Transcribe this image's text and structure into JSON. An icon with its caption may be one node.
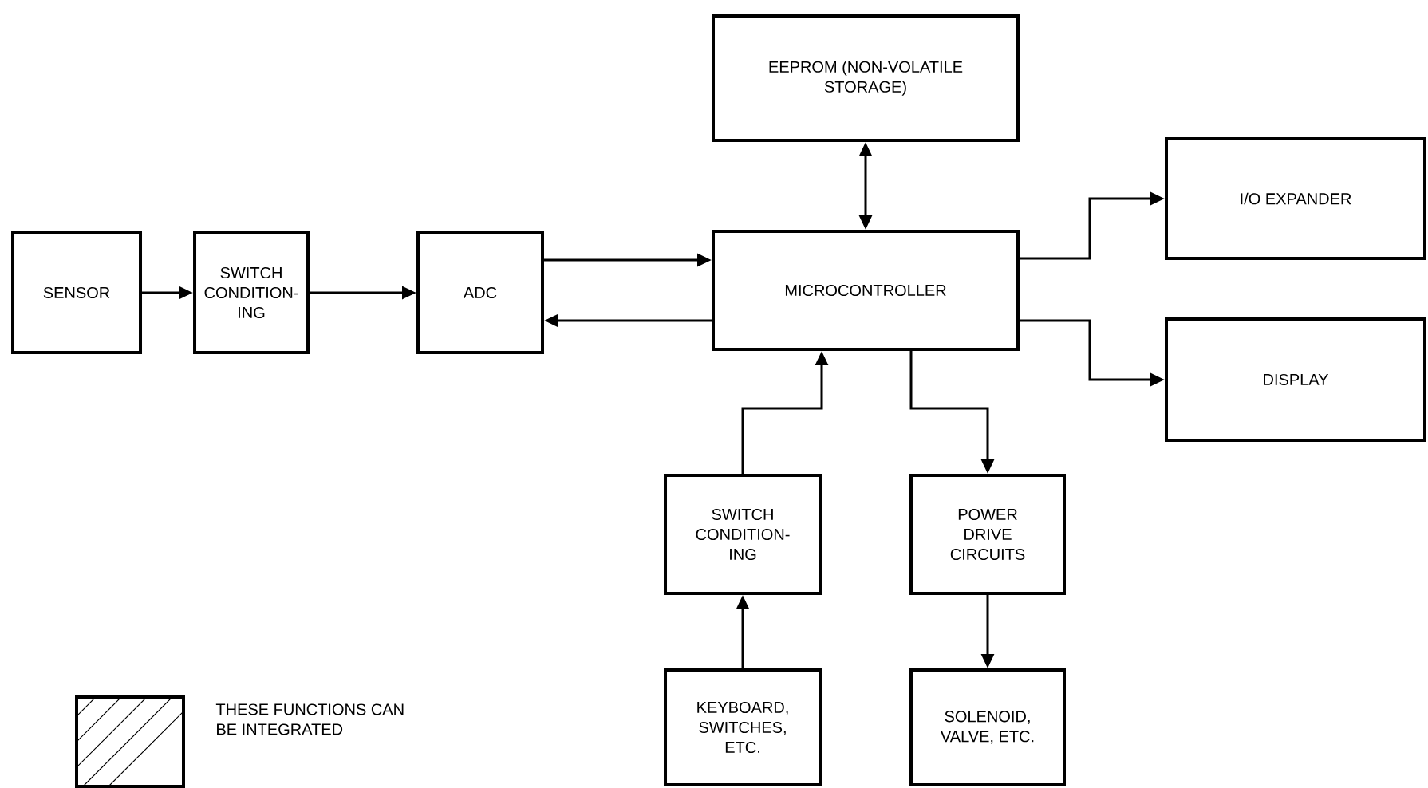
{
  "diagram": {
    "nodes": [
      {
        "text": [
          "SENSOR"
        ]
      },
      {
        "text": [
          "SWITCH CONDITION-ING"
        ]
      },
      {
        "text": [
          "ADC"
        ]
      },
      {
        "text": [
          "EEPROM (NON-VOLATILE STORAGE)"
        ]
      },
      {
        "text": [
          "MICROCONTROLLER"
        ]
      },
      {
        "text": [
          "I/O EXPANDER"
        ]
      },
      {
        "text": [
          "DISPLAY"
        ]
      },
      {
        "text": [
          "SWITCH CONDITION-ING"
        ]
      },
      {
        "text": [
          "POWER DRIVE CIRCUITS"
        ]
      },
      {
        "text": [
          "KEYBOARD, SWITCHES, ETC."
        ]
      },
      {
        "text": [
          "SOLENOID, VALVE, ETC."
        ]
      }
    ],
    "edges": [
      {
        "from": 0,
        "to": 1,
        "arrow": "to"
      },
      {
        "from": 1,
        "to": 2,
        "arrow": "to"
      },
      {
        "from": 2,
        "to": 4,
        "arrow": "to"
      },
      {
        "from": 4,
        "to": 2,
        "arrow": "to"
      },
      {
        "from": 3,
        "to": 4,
        "arrow": "both"
      },
      {
        "from": 4,
        "to": 5,
        "arrow": "to"
      },
      {
        "from": 4,
        "to": 6,
        "arrow": "to"
      },
      {
        "from": 7,
        "to": 4,
        "arrow": "to"
      },
      {
        "from": 4,
        "to": 8,
        "arrow": "to"
      },
      {
        "from": 9,
        "to": 7,
        "arrow": "to"
      },
      {
        "from": 8,
        "to": 10,
        "arrow": "to"
      }
    ],
    "legend": [
      {
        "text": "THESE FUNCTIONS CAN BE INTEGRATED"
      }
    ]
  }
}
